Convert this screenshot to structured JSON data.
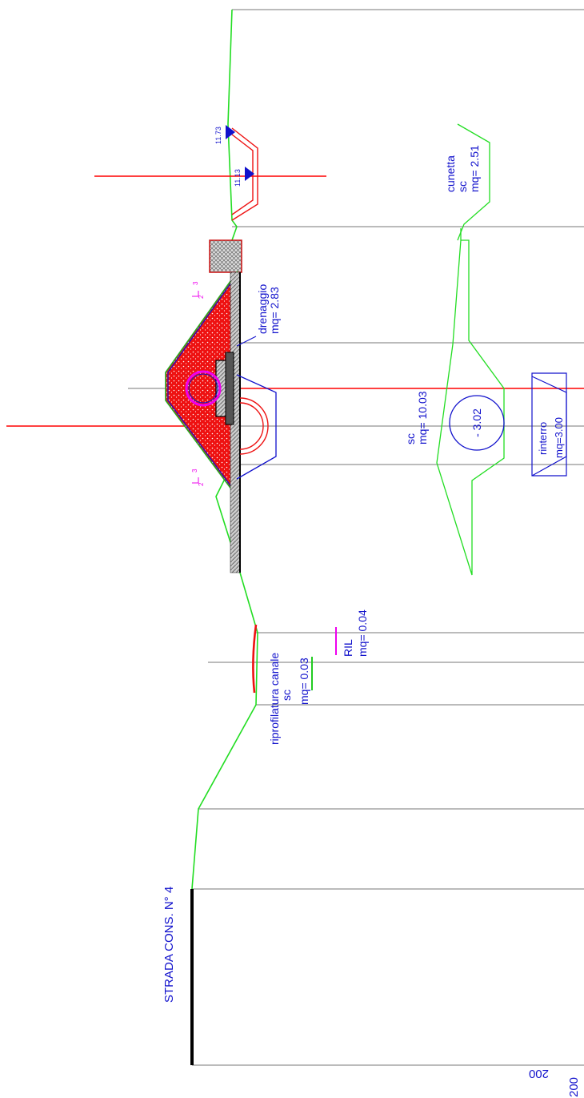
{
  "drawing": {
    "colors": {
      "ground_line": "#22dd22",
      "axis_line": "#ff0000",
      "structure": "#0000cc",
      "pipe": "#ee00ee",
      "fill_red": "#ee1111",
      "hatch_gray": "#888888",
      "grid_line": "#777777",
      "elevation_marker": "#1111cc"
    },
    "elevation_markers": [
      "11.73",
      "11.13"
    ],
    "slope_marks": [
      {
        "top": "3",
        "bottom": "2"
      },
      {
        "top": "3",
        "bottom": "2"
      }
    ],
    "labels": {
      "cunetta": {
        "name": "cunetta",
        "type": "sc",
        "area": "mq= 2.51"
      },
      "drenaggio": {
        "name": "drenaggio",
        "area": "mq= 2.83"
      },
      "scavo": {
        "type": "sc",
        "area": "mq= 10.03"
      },
      "circle_value": "- 3.02",
      "rinterro": {
        "name": "rinterro",
        "area": "mq=3.00"
      },
      "ril": {
        "name": "RIL",
        "area": "mq= 0.04"
      },
      "riprofilatura": {
        "name": "riprofilatura canale",
        "type": "sc",
        "area": "mq= 0.03"
      },
      "road_title": "STRADA CONS. N° 4"
    },
    "scale_label": "200",
    "scale_label_rotated": "200"
  }
}
